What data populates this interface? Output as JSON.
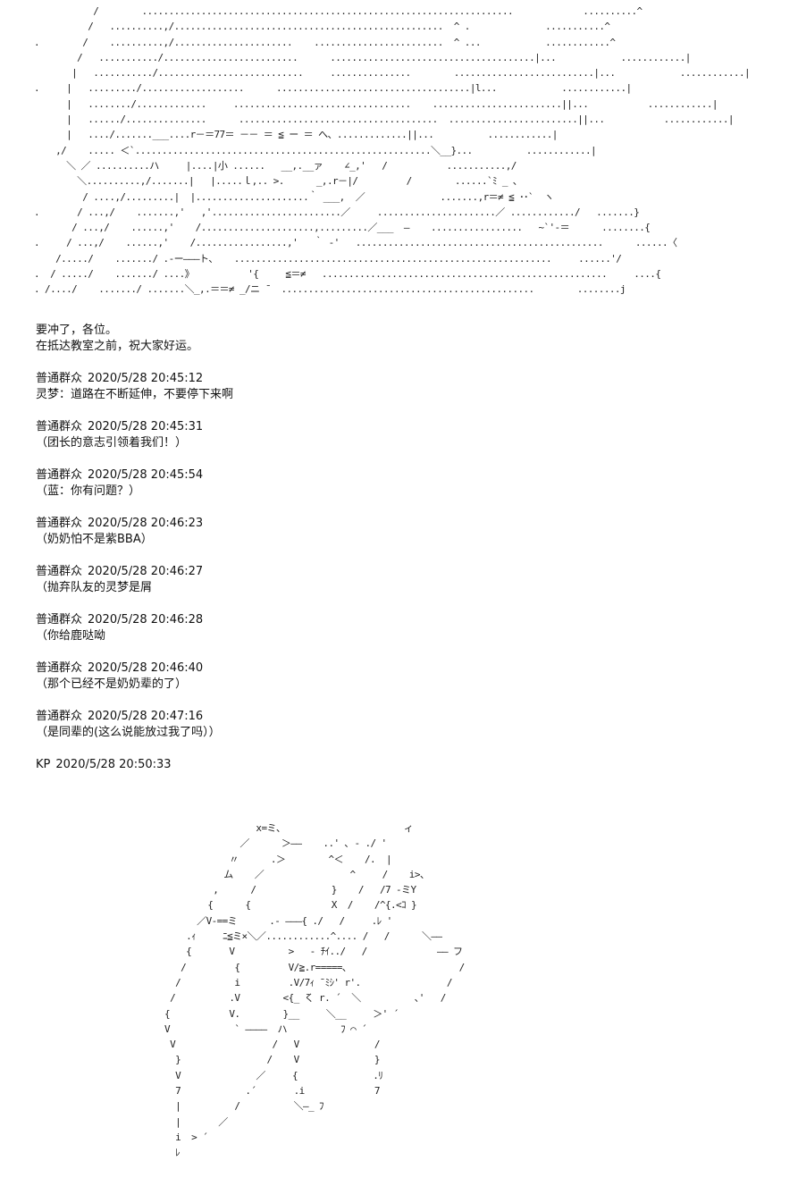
{
  "ascii_art_top": [
    "           /        .....................................................................             ..........^",
    "          /   ..........,/..................................................  ^ .              ...........^",
    ".        /    ..........,/......................    ........................  ^ ...            ............^",
    "        /   .........../.........................      ......................................|...            ............|",
    "       |   .........../...........................     ...............        ..........................|...            ............|",
    ".     |   ........./...................      ....................................|l...            ............|",
    "      |   ......../.............     .................................    ........................||...           ............|",
    "      |   ....../...............      .....................................  ........................||...           ............|",
    "      |   ..../.......___....r－＝77＝ －－ ＝ ≦ ー ＝ へ、.............||...          ............|",
    "    ,/    ..... ＜`.......................................................＼__}...          ............|",
    "      ＼ ／ ..........ハ     |....|小 ......   __,.__ァ    ∠_,'   /           ...........,/",
    "        ＼..........,/.......|   |.....ｌ,.. >.      _,.r－|/         /        ......`ﾐ _ ､",
    "         / ....,/.........|  |.....................｀ ___,  ／              .......,r＝≠ ≦ ･･`  ヽ",
    ".       / ...,/    .......,'   ,'........................／     ......................／ ............/   .......}",
    "       / ...,/    ......,'    /.....................,.........／___  ―    .................   ~`'-＝      ........{",
    ".     / ...,/    ......,'    /.................,'   ｀ ‐'   ..............................................      ......〈",
    "    /...../    ......./ .‐ー―――ト、   ...........................................................     ......'/",
    ".  / ...../    ......./ ....》          '{     ≦＝≠   .....................................................     ....{",
    ". /..../    ......./ .......＼_,.＝＝≠ _/ニ ̄   ...............................................        ........j"
  ],
  "intro": [
    "要冲了，各位。",
    "在抵达教室之前，祝大家好运。"
  ],
  "entries": [
    {
      "author": "普通群众",
      "timestamp": "2020/5/28 20:45:12",
      "text": "灵梦：道路在不断延伸，不要停下来啊"
    },
    {
      "author": "普通群众",
      "timestamp": "2020/5/28 20:45:31",
      "text": "（团长的意志引领着我们！）"
    },
    {
      "author": "普通群众",
      "timestamp": "2020/5/28 20:45:54",
      "text": "（蓝：你有问题？）"
    },
    {
      "author": "普通群众",
      "timestamp": "2020/5/28 20:46:23",
      "text": "（奶奶怕不是紫BBA）"
    },
    {
      "author": "普通群众",
      "timestamp": "2020/5/28 20:46:27",
      "text": "（抛弃队友的灵梦是屑"
    },
    {
      "author": "普通群众",
      "timestamp": "2020/5/28 20:46:28",
      "text": "（你给鹿哒呦"
    },
    {
      "author": "普通群众",
      "timestamp": "2020/5/28 20:46:40",
      "text": "（那个已经不是奶奶辈的了）"
    },
    {
      "author": "普通群众",
      "timestamp": "2020/5/28 20:47:16",
      "text": "（是同辈的(这么说能放过我了吗））"
    }
  ],
  "kp": {
    "author": "KP",
    "timestamp": "2020/5/28 20:50:33"
  },
  "ascii_art_bottom": [
    "                   x=ミ、                      ィ",
    "                ／      ＞――    ..' ､ - ./ '",
    "              〃      .＞        ^＜    /.  |",
    "             ム    ／                ^     /    i>、",
    "           ,      /              }    /   /7 -ミY",
    "          {      {               X  /    /^{.<ｺ }",
    "        ／V-==ミ      .- ―――{ ./   /     .ﾚ '",
    "      .ｨ     ﾆ≦ミ×＼／............^.... /   /      ＼――",
    "      {       V          >   - ﾁｲ../   /             ―― フ",
    "     /         {         V/≧.r=====、                    /",
    "    /          i         .V/7ｨ ¯ﾐｼ' r'.                /",
    "   /          .V        <{_ ̄く r. ´  ＼          ､'   /",
    "  {           V.        }__     ＼__     ＞' ´",
    "  V            ` ――――  ハ          ﾌ ⌒ ´",
    "   V                  /   V              /",
    "    }                /    V              }",
    "    V              ／     {              .ﾘ",
    "    7            .´       .i             7",
    "    |          /          ＼―_ ﾌ",
    "    |       ／",
    "    i  > ´",
    "    ﾚ"
  ]
}
